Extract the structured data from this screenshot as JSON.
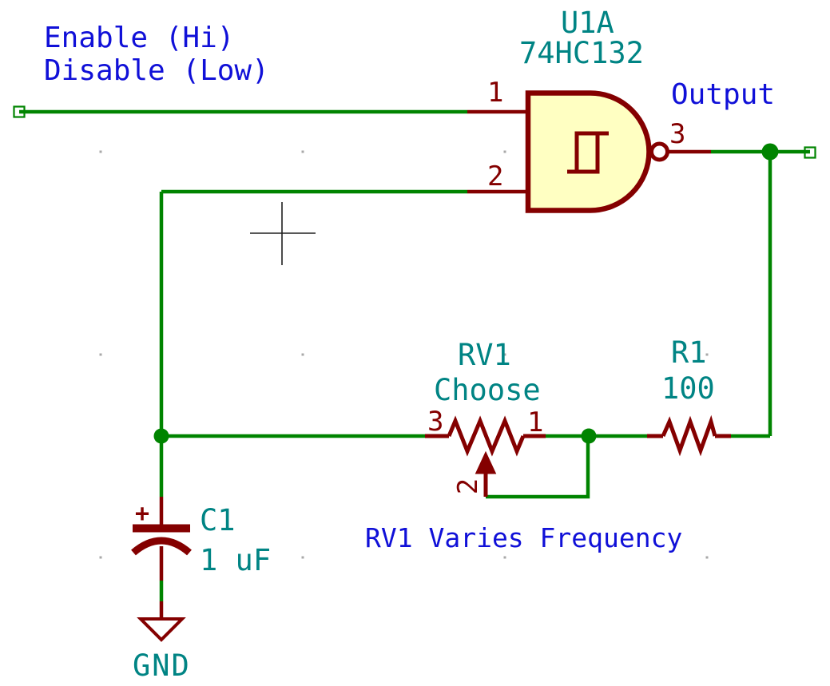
{
  "app_context": "schematic-editor-canvas",
  "colors": {
    "wire_green": "#008400",
    "symbol_dark_red": "#840000",
    "field_teal": "#008484",
    "label_blue": "#1010d8",
    "gate_fill_yellow": "#ffffc2",
    "background": "#ffffff",
    "cursor_black": "#202020",
    "grid_dot_gray": "#a8a8a8"
  },
  "net_labels": {
    "enable": "Enable (Hi)",
    "disable": "Disable (Low)",
    "output": "Output"
  },
  "annotations": {
    "note": "RV1 Varies Frequency"
  },
  "components": {
    "u1": {
      "reference": "U1A",
      "value": "74HC132",
      "type": "schmitt-trigger-nand-gate",
      "pin1": "1",
      "pin2": "2",
      "pin3": "3"
    },
    "rv1": {
      "reference": "RV1",
      "value": "Choose",
      "type": "potentiometer",
      "pin3": "3",
      "pin1": "1",
      "pin2": "2"
    },
    "r1": {
      "reference": "R1",
      "value": "100",
      "type": "resistor"
    },
    "c1": {
      "reference": "C1",
      "value": "1 uF",
      "type": "polarized-capacitor",
      "polarity_mark": "+"
    },
    "gnd": {
      "label": "GND",
      "type": "power-ground-symbol"
    }
  }
}
